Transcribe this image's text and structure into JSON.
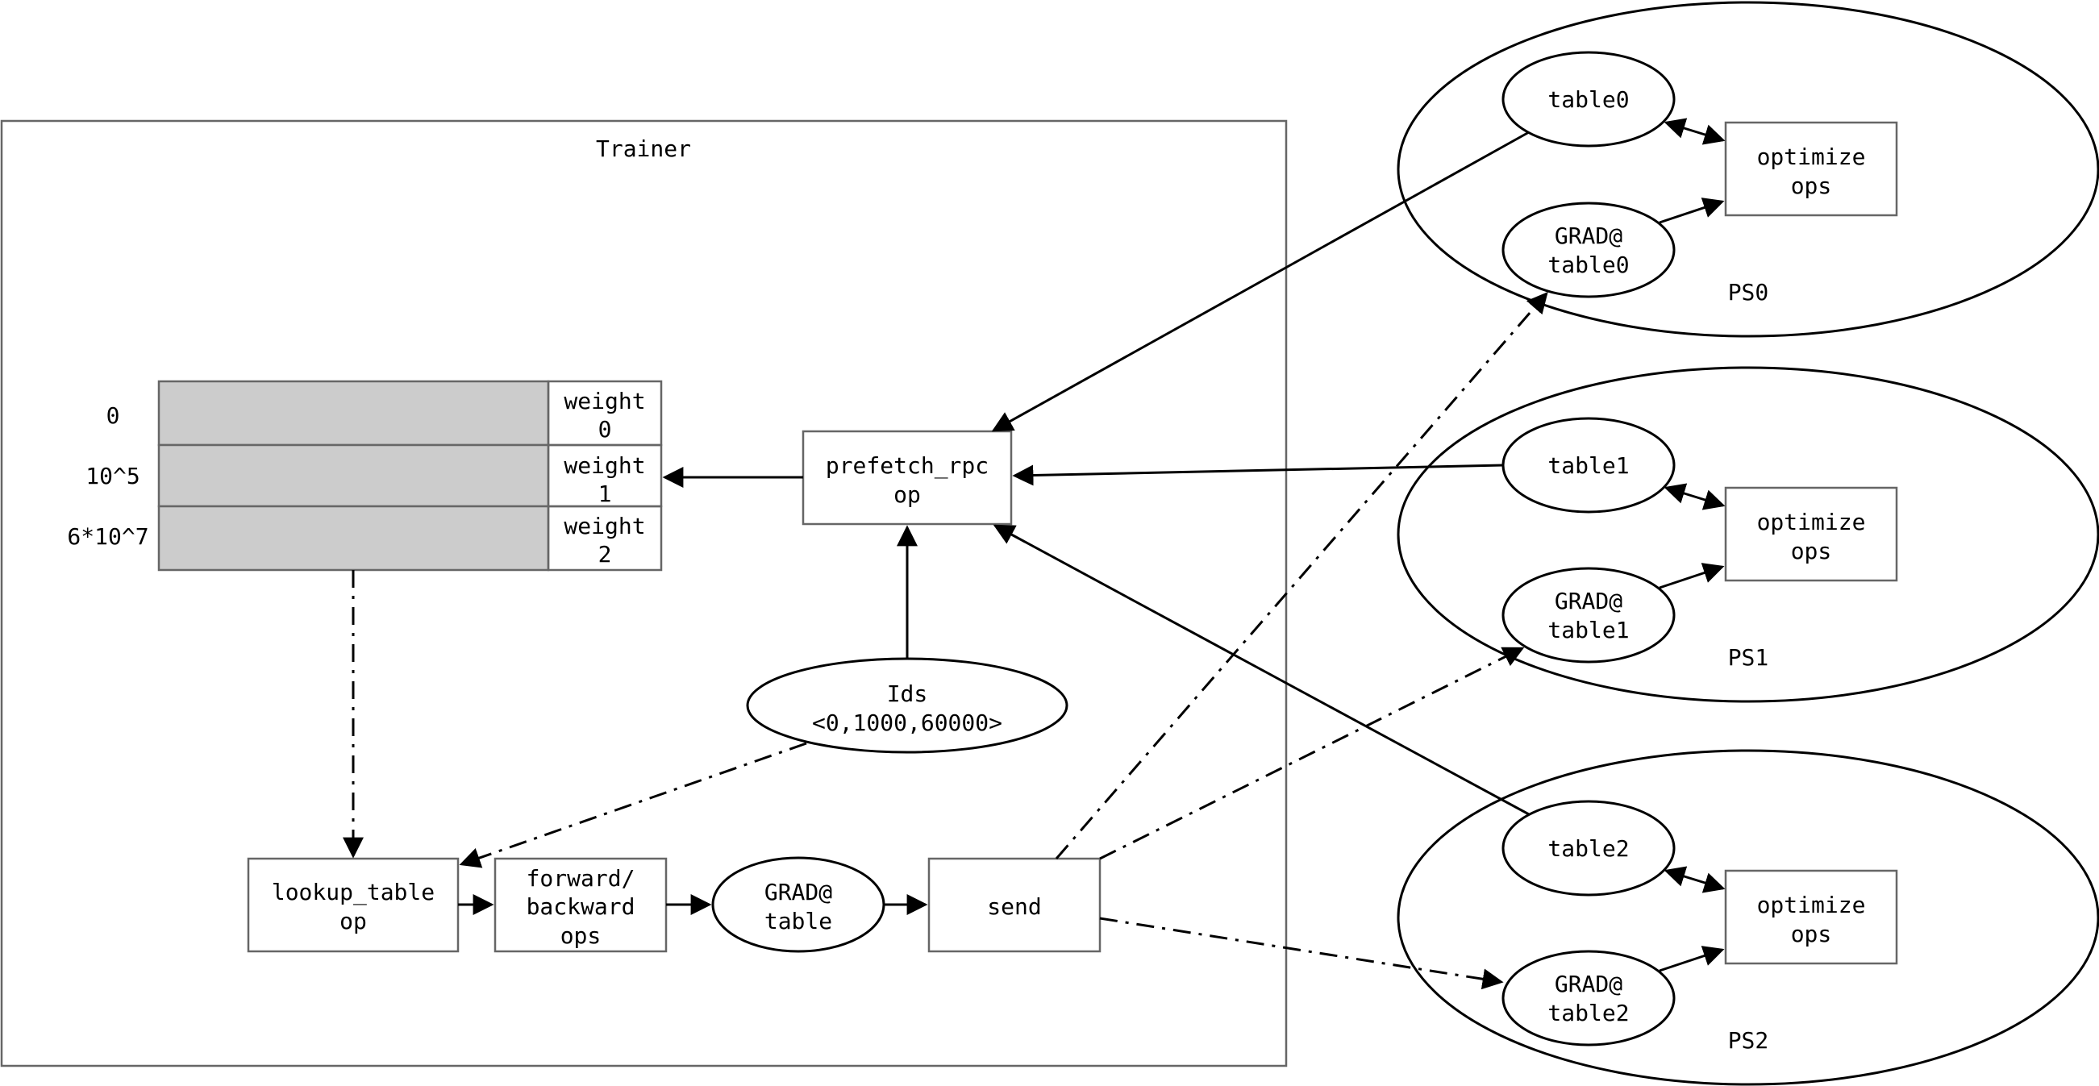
{
  "trainer": {
    "title": "Trainer"
  },
  "weights_table": {
    "row_labels": [
      "0",
      "10^5",
      "6*10^7"
    ],
    "cells": [
      {
        "line1": "weight",
        "line2": "0"
      },
      {
        "line1": "weight",
        "line2": "1"
      },
      {
        "line1": "weight",
        "line2": "2"
      }
    ]
  },
  "nodes": {
    "prefetch": {
      "line1": "prefetch_rpc",
      "line2": "op"
    },
    "ids": {
      "line1": "Ids",
      "line2": "<0,1000,60000>"
    },
    "lookup": {
      "line1": "lookup_table",
      "line2": "op"
    },
    "forward": {
      "line1": "forward/",
      "line2": "backward",
      "line3": "ops"
    },
    "grad_table": {
      "line1": "GRAD@",
      "line2": "table"
    },
    "send": {
      "label": "send"
    }
  },
  "servers": [
    {
      "name": "PS0",
      "table": "table0",
      "grad_line1": "GRAD@",
      "grad_line2": "table0",
      "opt_line1": "optimize",
      "opt_line2": "ops"
    },
    {
      "name": "PS1",
      "table": "table1",
      "grad_line1": "GRAD@",
      "grad_line2": "table1",
      "opt_line1": "optimize",
      "opt_line2": "ops"
    },
    {
      "name": "PS2",
      "table": "table2",
      "grad_line1": "GRAD@",
      "grad_line2": "table2",
      "opt_line1": "optimize",
      "opt_line2": "ops"
    }
  ]
}
